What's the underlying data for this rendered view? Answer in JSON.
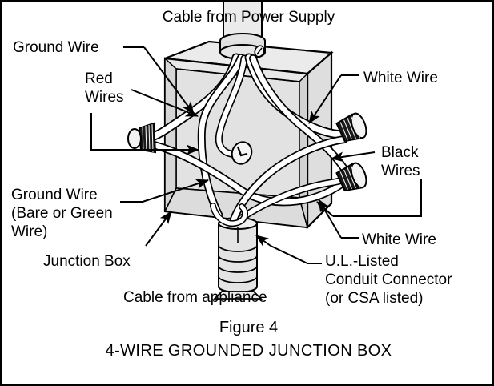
{
  "figure": {
    "caption_title": "Figure 4",
    "caption_subtitle": "4-WIRE GROUNDED JUNCTION BOX",
    "border_color": "#000000",
    "background_color": "#ffffff",
    "line_color": "#000000",
    "box_face_fill": "#e8e8e8",
    "box_top_fill": "#ebebeb",
    "box_side_fill": "#dedede",
    "wire_fill": "#ffffff",
    "wirenut_dark_fill": "#1a1a1a"
  },
  "labels": {
    "cable_from_power_supply": "Cable from Power Supply",
    "ground_wire_top": "Ground Wire",
    "red_wires": "Red\nWires",
    "ground_wire_bare_green": "Ground Wire\n(Bare or Green\nWire)",
    "junction_box": "Junction Box",
    "cable_from_appliance": "Cable from appliance",
    "white_wire_top": "White Wire",
    "black_wires": "Black\nWires",
    "white_wire_bottom": "White Wire",
    "ul_listed_conduit_connector": "U.L.-Listed\nConduit Connector\n(or CSA listed)"
  },
  "diagram_parts": {
    "junction_box": "4-wire grounded metal junction box shown in three-quarter isometric view, open front",
    "top_connector": "conduit connector with collar ring and set screw entering box top",
    "bottom_connector": "U.L.-listed conduit connector with flexible corrugated conduit leaving box bottom",
    "ground_screw": "green ground screw on back wall of box with bare ground wire wrapped around it",
    "wire_nuts": [
      {
        "name": "red-wires-nut",
        "side": "left",
        "orientation": "horizontal-left"
      },
      {
        "name": "white-wire-nut",
        "side": "right",
        "orientation": "angled-up-right"
      },
      {
        "name": "black-wires-nut",
        "side": "right",
        "orientation": "angled-up-right"
      }
    ],
    "wire_count": 4
  }
}
